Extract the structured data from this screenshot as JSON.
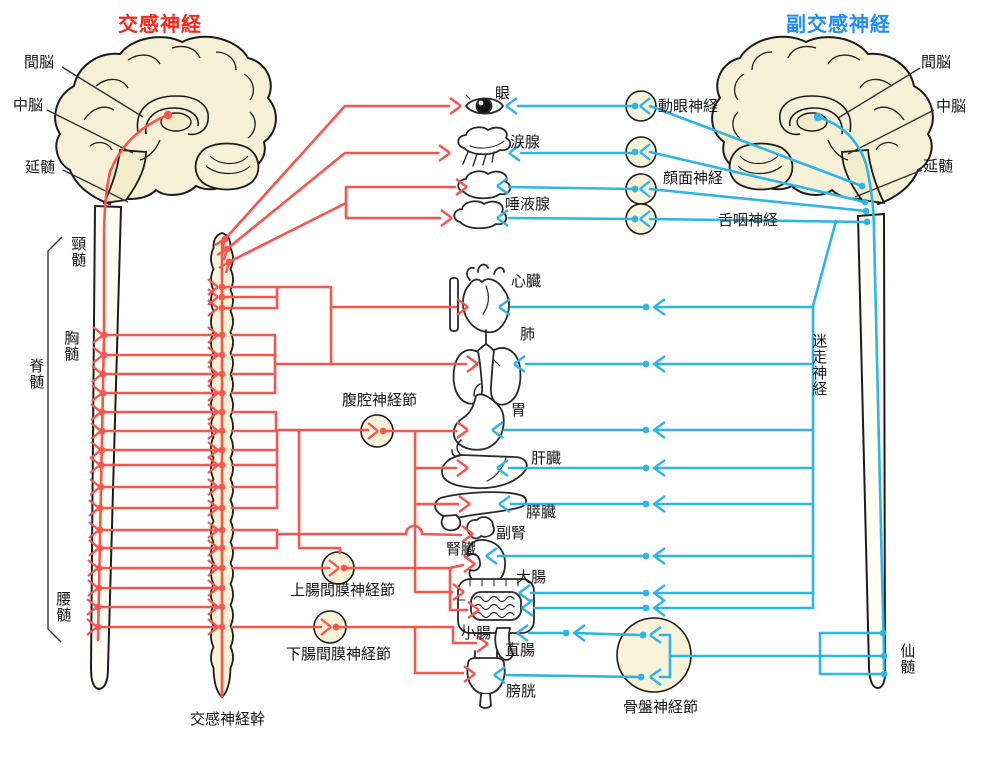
{
  "diagram": {
    "titles": {
      "sympathetic": "交感神経",
      "parasympathetic": "副交感神経"
    },
    "colors": {
      "sympathetic_line": "#f8554e",
      "parasympathetic_line": "#2cb5e8",
      "tissue_fill": "#f7f2d8",
      "outline": "#1c1c1c"
    },
    "brain_left": {
      "diencephalon": "間脳",
      "midbrain": "中脳",
      "medulla": "延髄"
    },
    "brain_right": {
      "diencephalon": "間脳",
      "midbrain": "中脳",
      "medulla": "延髄"
    },
    "spinal": {
      "cervical": "頸髄",
      "thoracic": "胸髄",
      "spinal_cord": "脊髄",
      "lumbar": "腰髄",
      "sacral": "仙髄"
    },
    "cranial_nerves": {
      "oculomotor": "動眼神経",
      "facial": "顔面神経",
      "glossopharyngeal": "舌咽神経",
      "vagus": "迷走神経"
    },
    "ganglia": {
      "celiac": "腹腔神経節",
      "superior_mesenteric": "上腸間膜神経節",
      "inferior_mesenteric": "下腸間膜神経節",
      "pelvic": "骨盤神経節",
      "sympathetic_trunk": "交感神経幹"
    },
    "organs": {
      "eye": "眼",
      "lacrimal_gland": "涙腺",
      "salivary_gland": "唾液腺",
      "heart": "心臓",
      "lung": "肺",
      "stomach": "胃",
      "liver": "肝臓",
      "pancreas": "膵臓",
      "adrenal_gland": "副腎",
      "kidney": "腎臓",
      "large_intestine": "大腸",
      "small_intestine": "小腸",
      "rectum": "直腸",
      "bladder": "膀胱"
    }
  }
}
